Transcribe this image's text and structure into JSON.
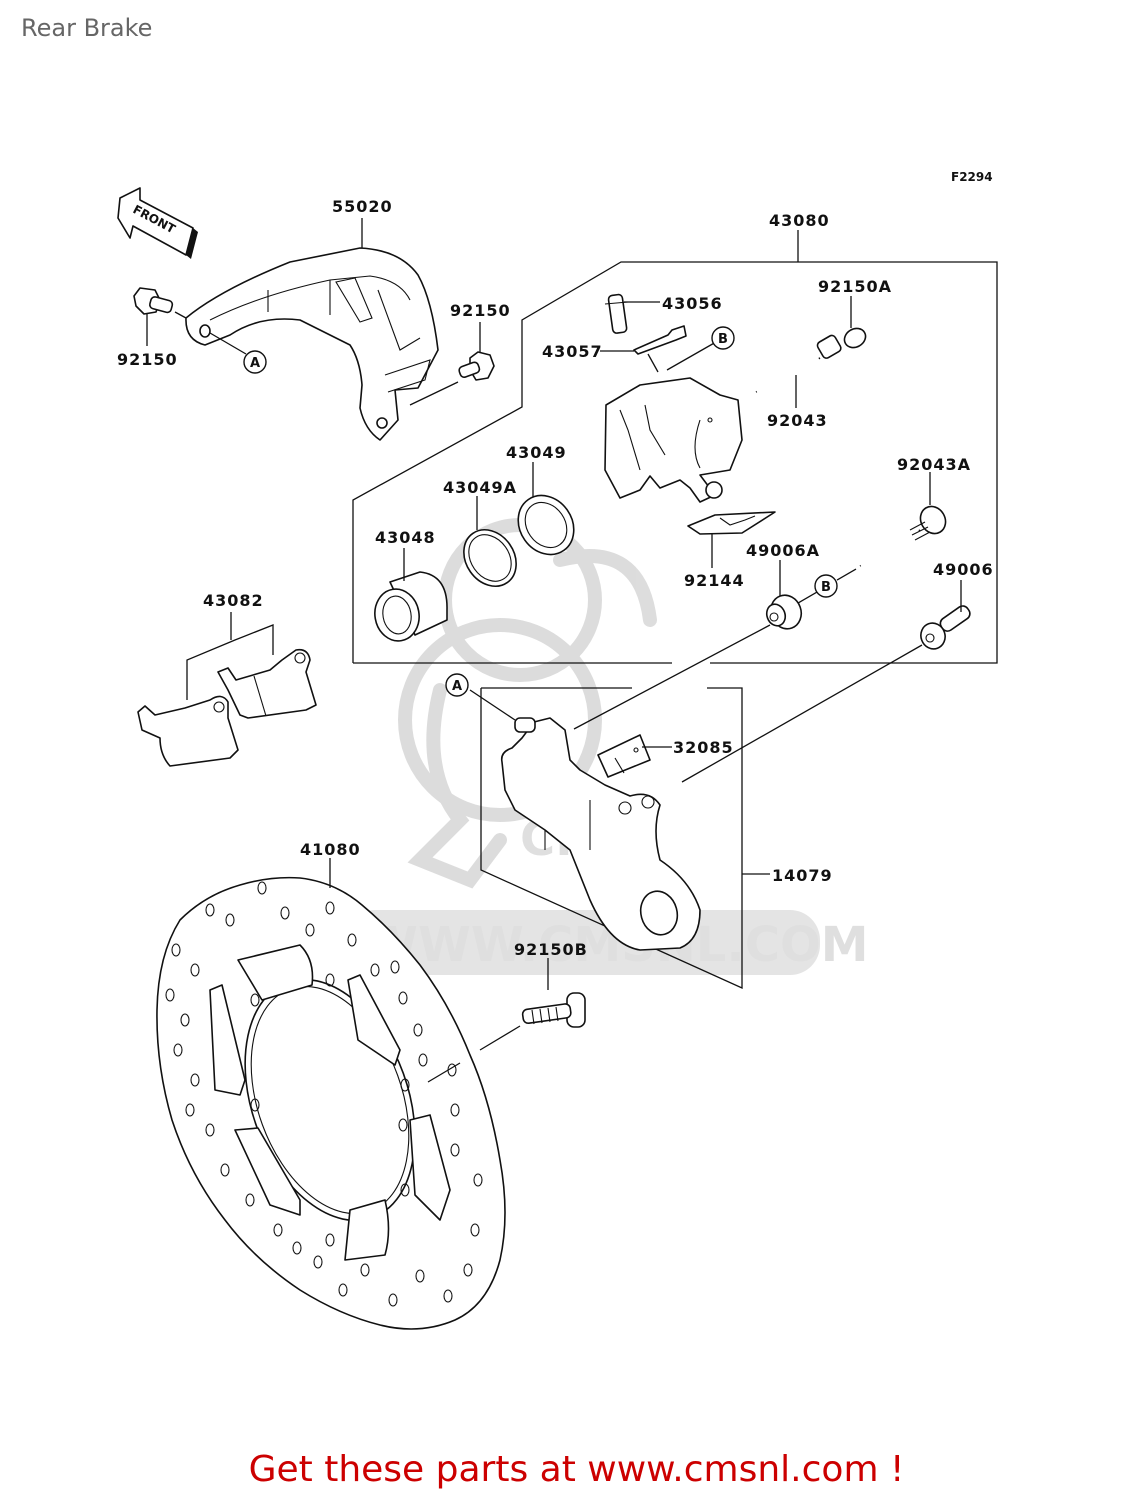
{
  "page": {
    "title": "Rear Brake",
    "diagram_code": "F2294",
    "footer_link_text": "Get these parts at www.cmsnl.com !",
    "accent_color": "#cc0000",
    "watermark_text": "WWW.CMSNL.COM",
    "direction_indicator": "FRONT"
  },
  "parts": [
    {
      "number": "55020",
      "description": "rear brake bracket / guard"
    },
    {
      "number": "92150",
      "description": "bolt (bracket, left)"
    },
    {
      "number": "92150",
      "description": "bolt (bracket, right)"
    },
    {
      "number": "43080",
      "description": "caliper assembly"
    },
    {
      "number": "43056",
      "description": "bleed valve"
    },
    {
      "number": "43057",
      "description": "bleed valve cap"
    },
    {
      "number": "92150A",
      "description": "plug"
    },
    {
      "number": "92043",
      "description": "pin"
    },
    {
      "number": "43049",
      "description": "seal"
    },
    {
      "number": "43049A",
      "description": "seal"
    },
    {
      "number": "43048",
      "description": "piston"
    },
    {
      "number": "92043A",
      "description": "pin"
    },
    {
      "number": "92144",
      "description": "spring"
    },
    {
      "number": "49006A",
      "description": "boot"
    },
    {
      "number": "49006",
      "description": "boot"
    },
    {
      "number": "43082",
      "description": "brake pad set"
    },
    {
      "number": "32085",
      "description": "pad spring"
    },
    {
      "number": "14079",
      "description": "caliper holder"
    },
    {
      "number": "41080",
      "description": "brake disc"
    },
    {
      "number": "92150B",
      "description": "disc bolt"
    }
  ],
  "callouts": {
    "a": "A",
    "b": "B"
  }
}
